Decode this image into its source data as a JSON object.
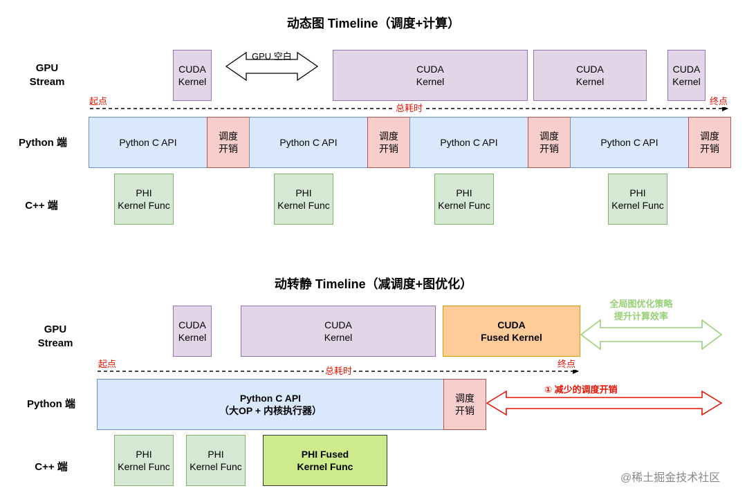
{
  "top": {
    "title": "动态图 Timeline（调度+计算）",
    "labels": {
      "gpu": "GPU\nStream",
      "python": "Python 端",
      "cpp": "C++ 端"
    },
    "gap_label": "GPU 空白",
    "cuda_kernels": [
      "CUDA\nKernel",
      "CUDA\nKernel",
      "CUDA\nKernel",
      "CUDA\nKernel"
    ],
    "python_api": [
      "Python C API",
      "Python C API",
      "Python C API",
      "Python C API"
    ],
    "sched": [
      "调度\n开销",
      "调度\n开销",
      "调度\n开销",
      "调度\n开销"
    ],
    "phi": [
      "PHI\nKernel Func",
      "PHI\nKernel Func",
      "PHI\nKernel Func",
      "PHI\nKernel Func"
    ],
    "start": "起点",
    "end": "终点",
    "total": "总耗时"
  },
  "bottom": {
    "title": "动转静 Timeline（减调度+图优化）",
    "labels": {
      "gpu": "GPU\nStream",
      "python": "Python 端",
      "cpp": "C++ 端"
    },
    "cuda_kernels": [
      "CUDA\nKernel",
      "CUDA\nKernel"
    ],
    "cuda_fused": "CUDA\nFused Kernel",
    "python_api": "Python C API\n（大OP + 内核执行器）",
    "sched": "调度\n开销",
    "phi": [
      "PHI\nKernel Func",
      "PHI\nKernel Func"
    ],
    "phi_fused": "PHI Fused\nKernel Func",
    "start": "起点",
    "end": "终点",
    "total": "总耗时",
    "note_green": "全局图优化策略\n提升计算效率",
    "note_red": "① 减少的调度开销"
  },
  "watermark": "@稀土掘金技术社区",
  "colors": {
    "cuda": "#e1d5e7",
    "python": "#dae8fc",
    "sched": "#f8cecc",
    "phi": "#d5e8d4",
    "cuda_fused": "#ffcc99",
    "phi_fused": "#cdeb8b",
    "accent_red": "#e51400",
    "accent_green": "#97d077"
  }
}
